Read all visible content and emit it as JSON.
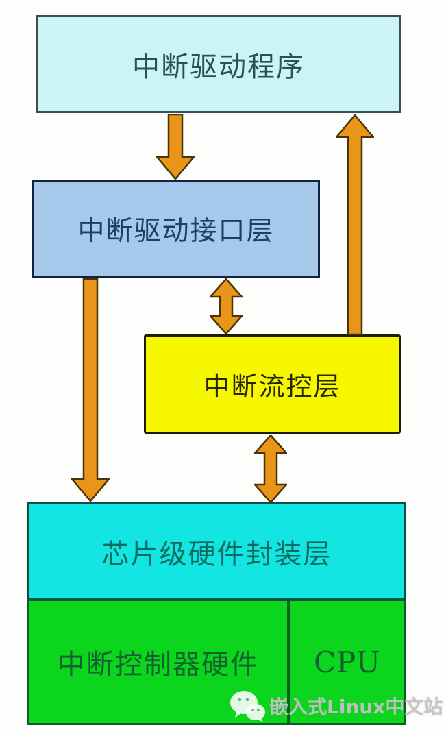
{
  "diagram": {
    "type": "layered-architecture",
    "boxes": [
      {
        "id": "driver",
        "label": "中断驱动程序"
      },
      {
        "id": "interface",
        "label": "中断驱动接口层"
      },
      {
        "id": "flowctrl",
        "label": "中断流控层"
      },
      {
        "id": "chip",
        "label": "芯片级硬件封装层"
      },
      {
        "id": "intc",
        "label": "中断控制器硬件"
      },
      {
        "id": "cpu",
        "label": "CPU"
      }
    ],
    "arrows": [
      {
        "from": "中断驱动程序",
        "to": "中断驱动接口层",
        "direction": "down"
      },
      {
        "from": "中断流控层",
        "to": "中断驱动程序",
        "direction": "up"
      },
      {
        "from": "中断驱动接口层",
        "to": "中断流控层",
        "direction": "both"
      },
      {
        "from": "中断驱动接口层",
        "to": "芯片级硬件封装层",
        "direction": "down"
      },
      {
        "from": "中断流控层",
        "to": "芯片级硬件封装层",
        "direction": "both"
      }
    ]
  },
  "watermark": {
    "icon": "wechat-icon",
    "text": "嵌入式Linux中文站"
  },
  "colors": {
    "box-driver": "#cbf4f7",
    "box-interface": "#a6c8ea",
    "box-flowctrl": "#f7f700",
    "box-chip": "#13e6e2",
    "box-hw": "#0bd51d",
    "arrow-fill": "#e8951a",
    "arrow-stroke": "#4a3408"
  }
}
